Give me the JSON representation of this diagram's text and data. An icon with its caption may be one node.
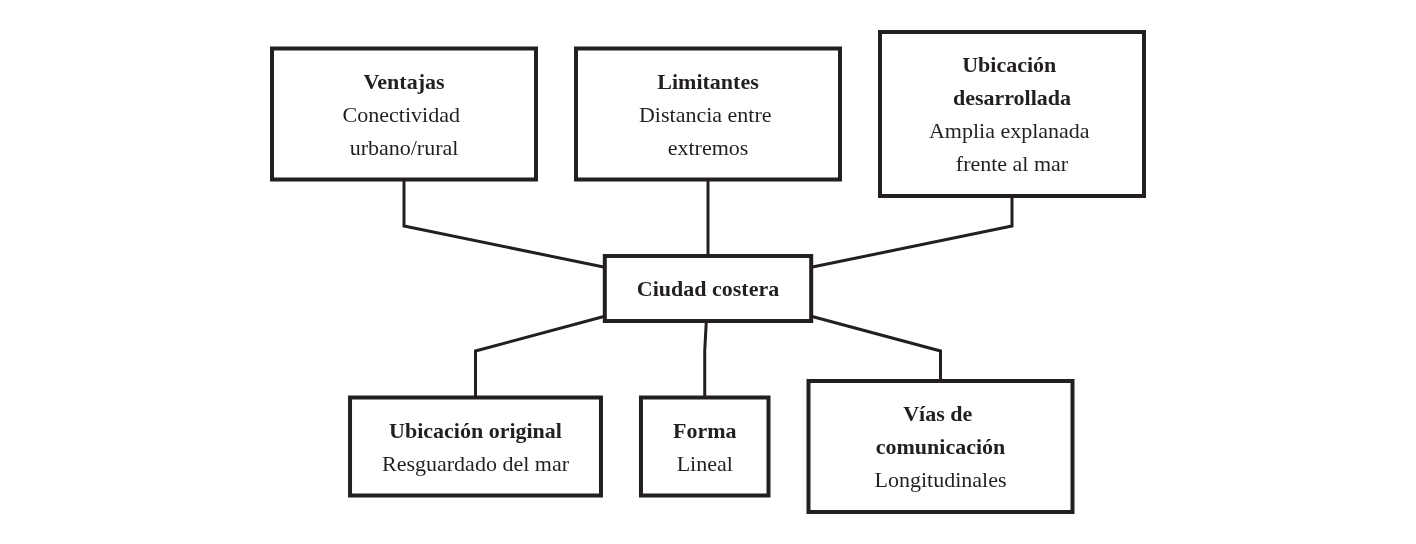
{
  "diagram": {
    "nodes": [
      {
        "text": [
          "Ventajas",
          "Conectividad urbano/rural"
        ]
      },
      {
        "text": [
          "Limitantes",
          "Distancia entre extremos"
        ]
      },
      {
        "text": [
          "Ubicación desarrollada",
          "Amplia explanada frente al mar"
        ]
      },
      {
        "text": [
          "Ciudad costera"
        ]
      },
      {
        "text": [
          "Ubicación original",
          "Resguardado del mar"
        ]
      },
      {
        "text": [
          "Forma",
          "Lineal"
        ]
      },
      {
        "text": [
          "Vías de comunicación",
          "Longitudinales"
        ]
      }
    ],
    "edges": [
      {
        "from": 0,
        "to": 3,
        "arrow": "none"
      },
      {
        "from": 1,
        "to": 3,
        "arrow": "none"
      },
      {
        "from": 2,
        "to": 3,
        "arrow": "none"
      },
      {
        "from": 3,
        "to": 4,
        "arrow": "none"
      },
      {
        "from": 3,
        "to": 5,
        "arrow": "none"
      },
      {
        "from": 3,
        "to": 6,
        "arrow": "none"
      }
    ]
  }
}
